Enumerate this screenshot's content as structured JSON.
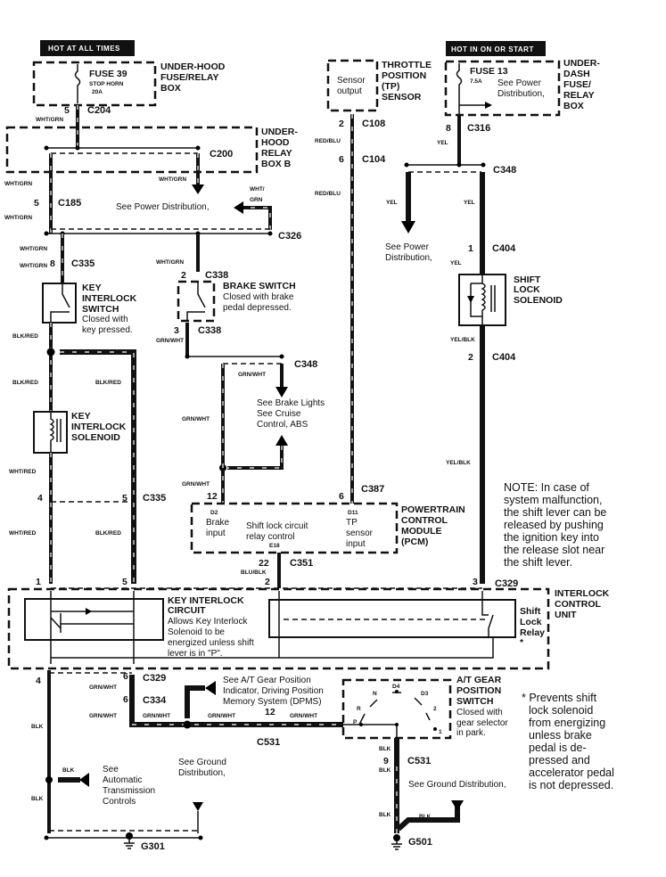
{
  "hot_at_all_times": "HOT AT ALL TIMES",
  "hot_in_on_or_start": "HOT IN ON OR START",
  "fuse39": [
    "FUSE 39",
    "STOP HORN",
    "20A"
  ],
  "underhood_fuse_box": [
    "UNDER-HOOD",
    "FUSE/RELAY",
    "BOX"
  ],
  "underhood_relay_box_b": [
    "UNDER-",
    "HOOD",
    "RELAY",
    "BOX B"
  ],
  "fuse13": [
    "FUSE 13",
    "7.5A"
  ],
  "fuse13_note": [
    "See Power",
    "Distribution,"
  ],
  "underdash_box": [
    "UNDER-",
    "DASH",
    "FUSE/",
    "RELAY",
    "BOX"
  ],
  "tp_sensor": [
    "THROTTLE",
    "POSITION",
    "(TP)",
    "SENSOR"
  ],
  "tp_sensor_inner": [
    "Sensor",
    "output"
  ],
  "connectors": {
    "c204": "C204",
    "c200": "C200",
    "c185": "C185",
    "c326": "C326",
    "c335": "C335",
    "c338": "C338",
    "c348": "C348",
    "c108": "C108",
    "c104": "C104",
    "c316": "C316",
    "c404": "C404",
    "c387": "C387",
    "c351": "C351",
    "c329": "C329",
    "c334": "C334",
    "c531": "C531",
    "g301": "G301",
    "g501": "G501"
  },
  "pins": {
    "p5": "5",
    "p8": "8",
    "p2": "2",
    "p3": "3",
    "p6": "6",
    "p1": "1",
    "p4": "4",
    "p12": "12",
    "p22": "22",
    "p9": "9"
  },
  "wire_colors": {
    "wht_grn": "WHT/GRN",
    "wht_grn_split": [
      "WHT/",
      "GRN"
    ],
    "blk_red": "BLK/RED",
    "wht_red": "WHT/RED",
    "grn_wht": "GRN/WHT",
    "red_blu": "RED/BLU",
    "yel": "YEL",
    "yel_blk": "YEL/BLK",
    "blu_blk": "BLU/BLK",
    "blk": "BLK"
  },
  "see_power_distribution": "See Power Distribution,",
  "see_power_distribution_2": [
    "See Power",
    "Distribution,"
  ],
  "key_interlock_switch": [
    "KEY",
    "INTERLOCK",
    "SWITCH"
  ],
  "key_interlock_switch_note": [
    "Closed with",
    "key pressed."
  ],
  "brake_switch": "BRAKE SWITCH",
  "brake_switch_note": [
    "Closed with brake",
    "pedal depressed."
  ],
  "brake_lights_note": [
    "See Brake Lights",
    "See Cruise",
    "Control, ABS"
  ],
  "key_interlock_solenoid": [
    "KEY",
    "INTERLOCK",
    "SOLENOID"
  ],
  "shift_lock_solenoid": [
    "SHIFT",
    "LOCK",
    "SOLENOID"
  ],
  "pcm": {
    "title": [
      "POWERTRAIN",
      "CONTROL",
      "MODULE",
      "(PCM)"
    ],
    "d2": "D2",
    "brake_input": [
      "Brake",
      "input"
    ],
    "shift_lock": [
      "Shift lock circuit",
      "relay control"
    ],
    "e18": "E18",
    "d11": "D11",
    "tp_input": [
      "TP",
      "sensor",
      "input"
    ]
  },
  "note": [
    "NOTE: In case of",
    "system malfunction,",
    "the shift lever can be",
    "released by pushing",
    "the ignition key into",
    "the release slot near",
    "the shift  lever."
  ],
  "interlock_control_unit": [
    "INTERLOCK",
    "CONTROL",
    "UNIT"
  ],
  "key_interlock_circuit": [
    "KEY INTERLOCK",
    "CIRCUIT"
  ],
  "key_interlock_circuit_note": [
    "Allows Key Interlock",
    "Solenoid to be",
    "energized unless shift",
    "lever is in \"P\"."
  ],
  "shift_lock_relay": [
    "Shift",
    "Lock",
    "Relay",
    "*"
  ],
  "dpms_note": [
    "See A/T Gear Position",
    "Indicator, Driving Position",
    "Memory System (DPMS)"
  ],
  "at_gear_switch": [
    "A/T GEAR",
    "POSITION",
    "SWITCH"
  ],
  "at_gear_switch_note": [
    "Closed with",
    "gear selector",
    "in park."
  ],
  "gear_positions": {
    "n": "N",
    "d4": "D4",
    "d3": "D3",
    "r": "R",
    "g2": "2",
    "p": "P",
    "g1": "1"
  },
  "prevents_note": [
    "* Prevents shift",
    "lock solenoid",
    "from energizing",
    "unless brake",
    "pedal is de-",
    "pressed and",
    "accelerator pedal",
    "is not depressed."
  ],
  "auto_trans_note": [
    "See",
    "Automatic",
    "Transmission",
    "Controls"
  ],
  "ground_dist_left": [
    "See Ground",
    "Distribution,"
  ],
  "ground_dist_right": "See Ground Distribution,"
}
